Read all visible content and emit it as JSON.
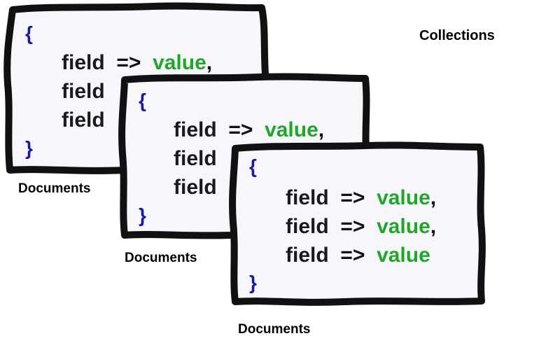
{
  "title": "Collections",
  "documents": [
    {
      "open_brace": "{",
      "close_brace": "}",
      "lines": [
        {
          "field": "field",
          "arrow": "=>",
          "value": "value",
          "comma": ","
        },
        {
          "field": "field",
          "arrow": "",
          "value": "",
          "comma": ""
        },
        {
          "field": "field",
          "arrow": "",
          "value": "",
          "comma": ""
        }
      ],
      "caption": "Documents"
    },
    {
      "open_brace": "{",
      "close_brace": "}",
      "lines": [
        {
          "field": "field",
          "arrow": "=>",
          "value": "value",
          "comma": ","
        },
        {
          "field": "field",
          "arrow": "",
          "value": "",
          "comma": ""
        },
        {
          "field": "field",
          "arrow": "",
          "value": "",
          "comma": ""
        }
      ],
      "caption": "Documents"
    },
    {
      "open_brace": "{",
      "close_brace": "}",
      "lines": [
        {
          "field": "field",
          "arrow": "=>",
          "value": "value",
          "comma": ","
        },
        {
          "field": "field",
          "arrow": "=>",
          "value": "value",
          "comma": ","
        },
        {
          "field": "field",
          "arrow": "=>",
          "value": "value",
          "comma": ""
        }
      ],
      "caption": "Documents"
    }
  ],
  "colors": {
    "frame_fill": "#f7f7fb",
    "frame_stroke": "#111111",
    "brace": "#1a1aa0",
    "value": "#22a62a",
    "field": "#1a1a1a"
  }
}
